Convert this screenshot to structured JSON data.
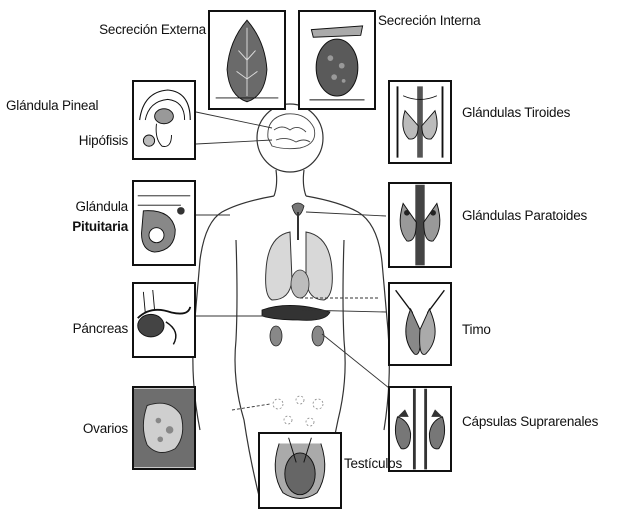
{
  "labels": {
    "secrecion_externa": "Secreción Externa",
    "secrecion_interna": "Secreción Interna",
    "glandula_pineal": "Glándula Pineal",
    "hipofisis": "Hipófisis",
    "glandula_pituitaria_1": "Glándula",
    "glandula_pituitaria_2": "Pituitaria",
    "pancreas": "Páncreas",
    "ovarios": "Ovarios",
    "glandulas_tiroides": "Glándulas Tiroides",
    "glandulas_paratiroides": "Glándulas Paratoides",
    "timo": "Timo",
    "capsulas_suprarrenales": "Cápsulas Suprarenales",
    "testiculos": "Testículos"
  }
}
